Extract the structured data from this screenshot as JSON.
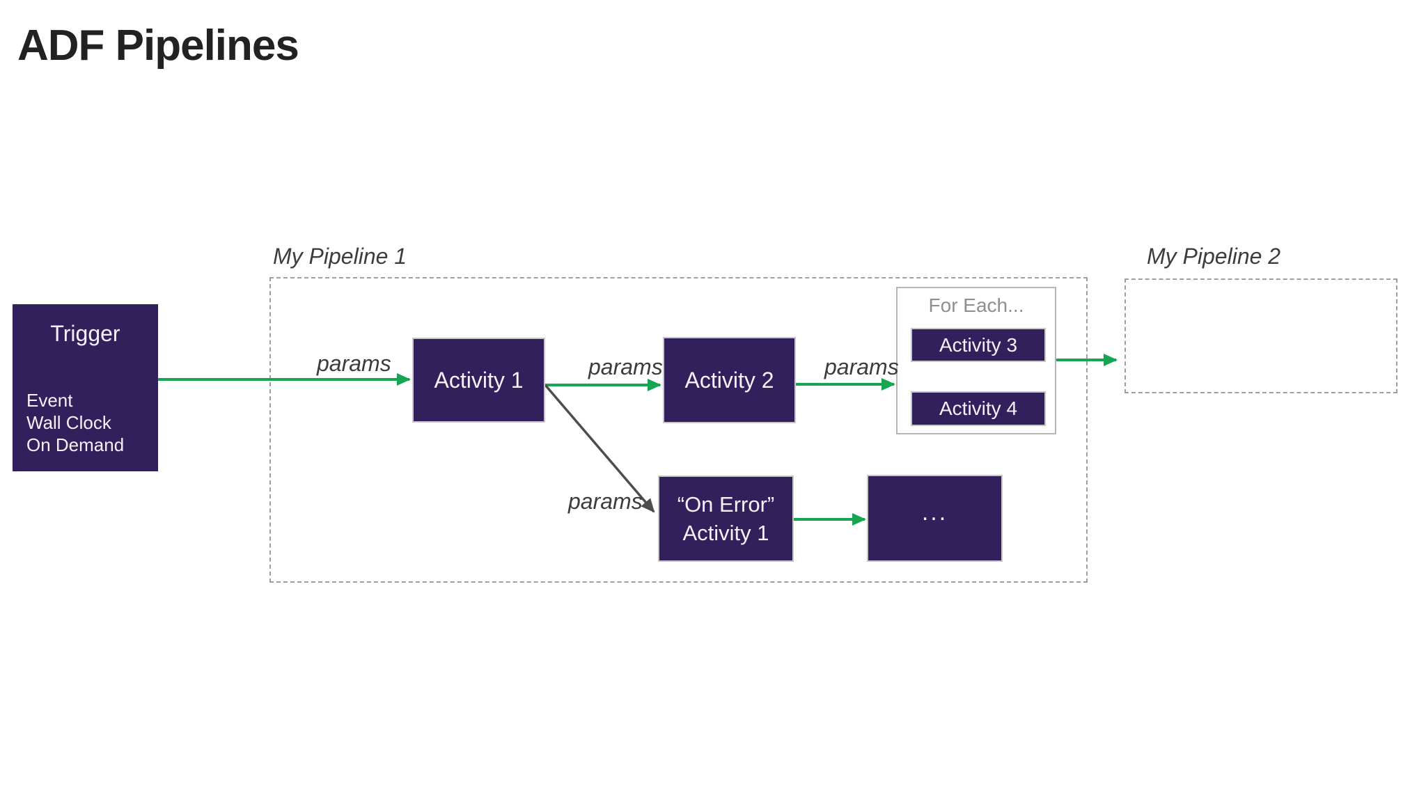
{
  "page": {
    "title": "ADF Pipelines"
  },
  "colors": {
    "activity_fill": "#31205c",
    "activity_text": "#f5f2fa",
    "activity_border": "#c6c6c6",
    "arrow_green": "#16a652",
    "arrow_gray": "#4d4d4d",
    "label_text": "#3c3c3c",
    "pipeline_border": "#9e9e9e",
    "foreach_border": "#b5b5b5",
    "foreach_title": "#8f8f8f",
    "title_text": "#222222",
    "background": "#ffffff"
  },
  "trigger": {
    "title": "Trigger",
    "types": [
      "Event",
      "Wall Clock",
      "On Demand"
    ]
  },
  "pipeline1": {
    "label": "My Pipeline 1",
    "activity1": "Activity 1",
    "activity2": "Activity 2",
    "on_error": {
      "line1": "“On Error”",
      "line2": "Activity 1"
    },
    "more": "...",
    "foreach": {
      "title": "For Each...",
      "activity3": "Activity 3",
      "activity4": "Activity 4"
    }
  },
  "pipeline2": {
    "label": "My Pipeline 2"
  },
  "connections": [
    {
      "id": "trigger-to-activity1",
      "label": "params",
      "color": "green"
    },
    {
      "id": "activity1-to-activity2",
      "label": "params",
      "color": "green"
    },
    {
      "id": "activity2-to-foreach",
      "label": "params",
      "color": "green"
    },
    {
      "id": "activity1-to-onerror",
      "label": "params",
      "color": "gray"
    },
    {
      "id": "onerror-to-more",
      "color": "green"
    },
    {
      "id": "activity3-to-activity4",
      "color": "green"
    },
    {
      "id": "foreach-to-pipeline2",
      "color": "green"
    }
  ]
}
